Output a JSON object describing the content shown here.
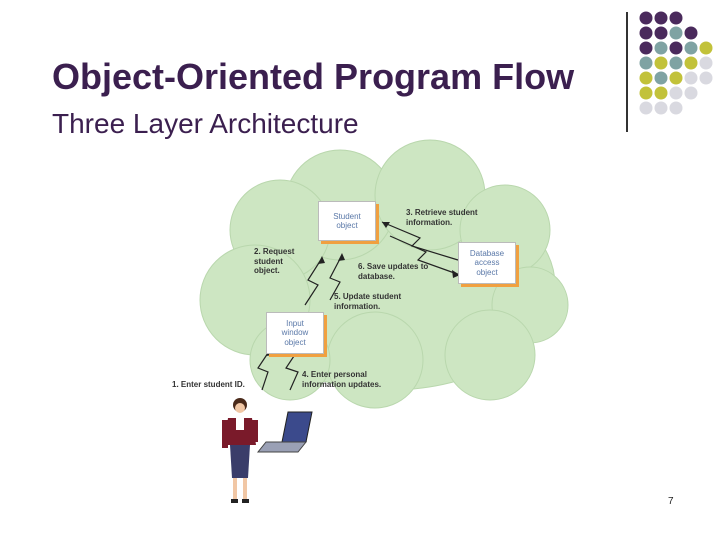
{
  "slide": {
    "title": "Object-Oriented Program Flow",
    "subtitle": "Three Layer Architecture",
    "page_number": "7"
  },
  "diagram": {
    "boxes": {
      "student_object": "Student\nobject",
      "database_access_object": "Database\naccess\nobject",
      "input_window_object": "Input\nwindow\nobject"
    },
    "steps": {
      "step1": "1. Enter student ID.",
      "step2": "2. Request\nstudent\nobject.",
      "step3": "3. Retrieve student\ninformation.",
      "step4": "4. Enter personal\ninformation updates.",
      "step5": "5. Update student\ninformation.",
      "step6": "6. Save updates to\ndatabase."
    }
  },
  "colors": {
    "title": "#3b1f4f",
    "cloud_fill": "#cde6c2",
    "box_shadow": "#f0a040",
    "dot_purple": "#4a2a5c",
    "dot_teal": "#7fa3a3",
    "dot_olive": "#c2c23a",
    "dot_gray": "#d9d9e0"
  }
}
